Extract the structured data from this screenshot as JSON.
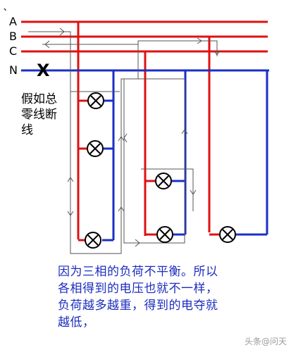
{
  "labels": {
    "tick": "`",
    "phase_a": "A",
    "phase_b": "B",
    "phase_c": "C",
    "neutral": "N",
    "break_mark": "X"
  },
  "note_left": [
    "假如总",
    "零线断",
    "线"
  ],
  "caption": [
    "因为三相的负荷不平衡。所以",
    "各相得到的电压也就不一样，",
    "负荷越多越重，得到的电夺就",
    "越低，"
  ],
  "watermark": "头条@问天",
  "colors": {
    "phase_wire": "#e01010",
    "neutral_wire": "#1a2fc8",
    "lamp": "#000000",
    "arrow": "#555555",
    "caption": "#1c2dbd"
  }
}
